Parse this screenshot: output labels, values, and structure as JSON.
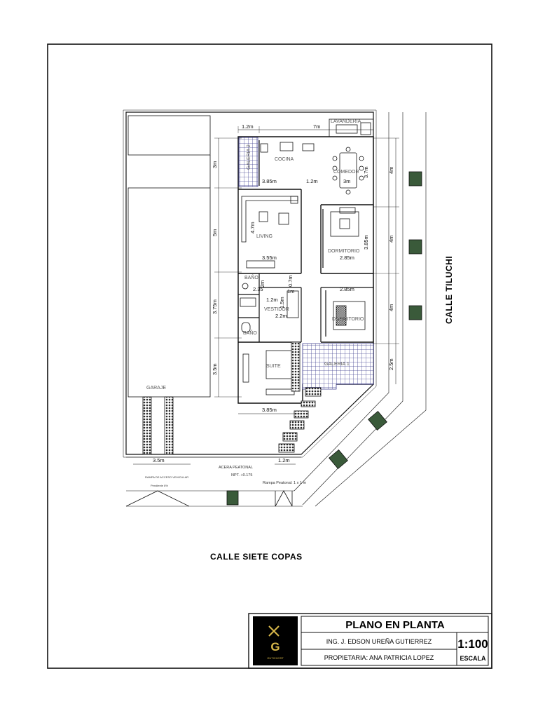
{
  "title_block": {
    "title": "PLANO EN PLANTA",
    "engineer": "ING. J. EDSON UREÑA GUTIERREZ",
    "owner": "PROPIETARIA: ANA PATRICIA LOPEZ",
    "scale": "1:100",
    "scale_label": "ESCALA",
    "logo_letter": "G",
    "logo_caption": "GUTICHOST"
  },
  "streets": {
    "bottom": "CALLE  SIETE COPAS",
    "right": "CALLE  TILUCHI"
  },
  "rooms": {
    "lavanderia": "LAVANDERIA",
    "galeria2": "GALERIA 2",
    "cocina": "COCINA",
    "comedor": "COMEDOR",
    "living": "LIVING",
    "dormitorio": "DORMITORIO",
    "bano1": "BAÑO",
    "bano2": "BAÑO",
    "vestidor": "VESTIDOR",
    "dormitorio2": "DORMITORIO",
    "suite": "SUITE",
    "galeria1": "GALERIA 1",
    "garaje": "GARAJE"
  },
  "dimensions": {
    "d_1_2_top": "1.2m",
    "d_7": "7m",
    "d_3_85a": "3.85m",
    "d_1_2b": "1.2m",
    "d_3m": "3m",
    "d_3_7": "3.7m",
    "d_4_7": "4.7m",
    "d_3_55": "3.55m",
    "d_3_85v": "3.85m",
    "d_2_85a": "2.85m",
    "d_2_85b": "2.85m",
    "d_2m": "2m",
    "d_2_35": "2.35",
    "d_0_7": "0.7m",
    "d_1m": "1m",
    "d_1_2c": "1.2m",
    "d_1_5": "1.5m",
    "d_2_2": "2.2m",
    "d_3_85b": "3.85m",
    "d_3_5": "3.5m",
    "d_1_2d": "1.2m",
    "left_3m": "3m",
    "left_5m": "5m",
    "left_3_75": "3.75m",
    "left_3_5": "3.5m",
    "right_4m_a": "4m",
    "right_4m_b": "4m",
    "right_4m_c": "4m",
    "right_2_5": "2.5m"
  },
  "notes": {
    "acera": "ACERA PEATONAL",
    "npt": "NPT. +0.175",
    "rampa_peatonal": "Rampa Peatonal: 1 x 1 m",
    "rampa_vehicular": "RAMPA DE ACCESO VEHICULAR",
    "pendiente": "Pendiente 8%"
  },
  "colors": {
    "line": "#111111",
    "tile": "#3f3f8f",
    "planter": "#3a5a3a",
    "paver": "#2b2b2b"
  }
}
